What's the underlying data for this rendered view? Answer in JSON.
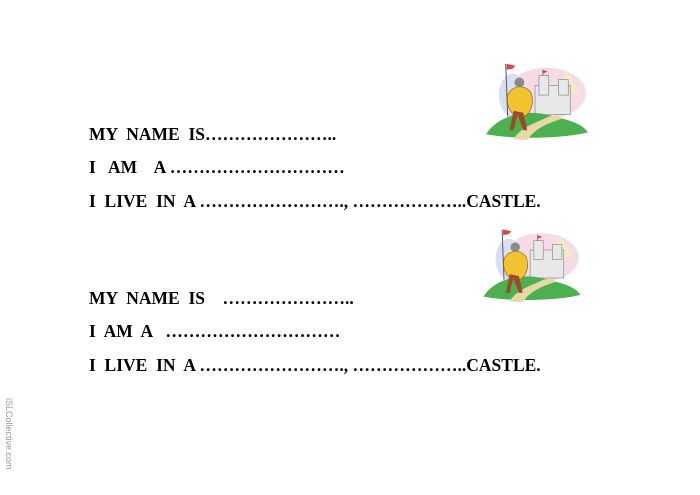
{
  "worksheet": {
    "blocks": [
      {
        "lines": [
          "MY  NAME  IS…………………..",
          "I   AM    A …………………………",
          "I  LIVE  IN  A ……………………., ………………..CASTLE."
        ]
      },
      {
        "lines": [
          "MY  NAME  IS    …………………..",
          "I  AM  A   …………………………",
          "I  LIVE  IN  A ……………………., ………………..CASTLE."
        ]
      }
    ],
    "images": [
      {
        "icon": "knight-castle-clipart"
      },
      {
        "icon": "knight-castle-clipart"
      }
    ]
  },
  "watermark": "iSLCollective.com"
}
